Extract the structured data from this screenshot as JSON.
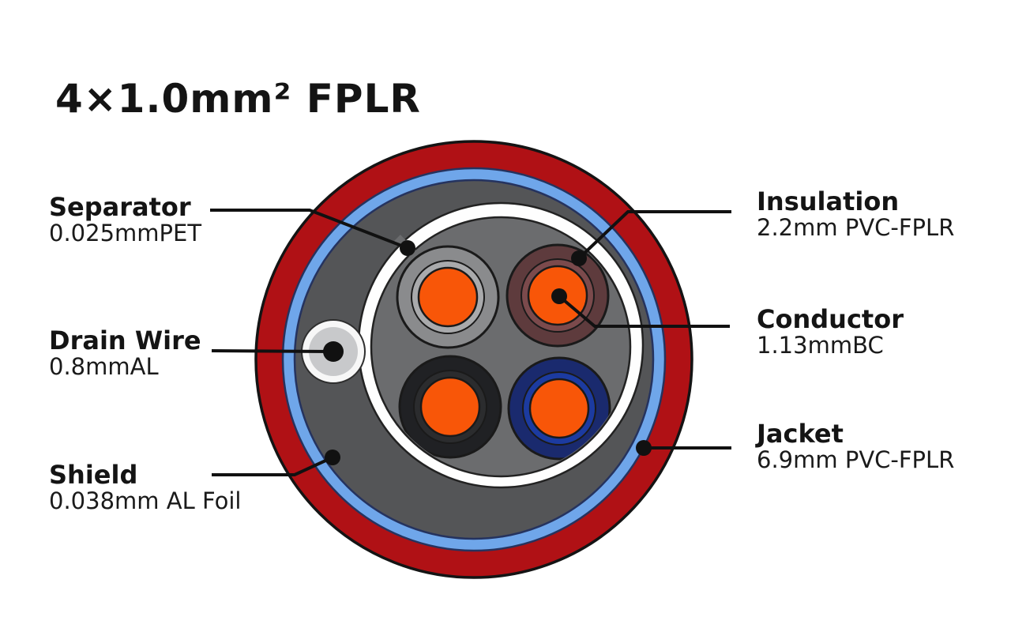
{
  "title": "4×1.0mm² FPLR",
  "diagram": {
    "type": "cable-cross-section",
    "labels": {
      "separator": {
        "name": "Separator",
        "spec": "0.025mmPET"
      },
      "drain_wire": {
        "name": "Drain Wire",
        "spec": "0.8mmAL"
      },
      "shield": {
        "name": "Shield",
        "spec": "0.038mm AL Foil"
      },
      "insulation": {
        "name": "Insulation",
        "spec": "2.2mm PVC-FPLR"
      },
      "conductor": {
        "name": "Conductor",
        "spec": "1.13mmBC"
      },
      "jacket": {
        "name": "Jacket",
        "spec": "6.9mm PVC-FPLR"
      }
    },
    "colors": {
      "jacket_red": "#B01115",
      "foil_blue": "#6FA6EA",
      "shield_gray": "#545557",
      "core_gray": "#6B6C6E",
      "separator_white": "#FEFEFE",
      "conductor_orange": "#F85608",
      "drain_outer": "#F7F7F7",
      "drain_inner": "#C8C9CB",
      "insulation_gray": "#8A8B8D",
      "insulation_gray_inner": "#A9AAAC",
      "insulation_brown": "#5E3B3D",
      "insulation_brown_inner": "#7B4A4C",
      "insulation_black": "#202124",
      "insulation_black_inner": "#2B2C2E",
      "insulation_blue": "#1A2A6E",
      "insulation_blue_inner": "#1C3BA0",
      "leader_black": "#111111"
    }
  }
}
